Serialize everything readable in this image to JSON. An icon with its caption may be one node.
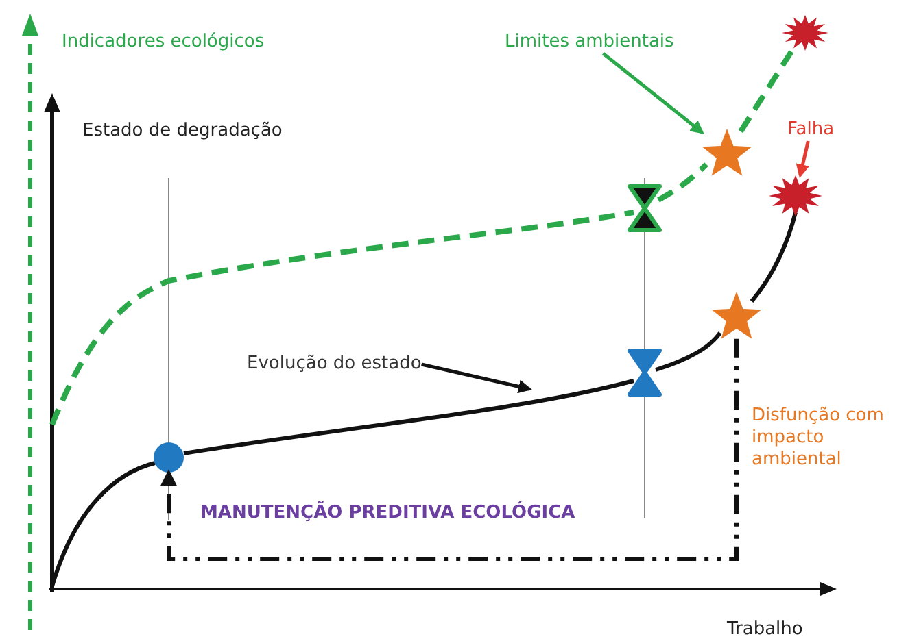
{
  "diagram": {
    "nodes": [
      {
        "text": [
          "Limites ambientais"
        ]
      },
      {
        "text": [],
        "shape": "star"
      },
      {
        "text": [
          "Evolução do estado"
        ]
      },
      {
        "text": [
          "Falha"
        ]
      },
      {
        "text": [],
        "shape": "burst"
      },
      {
        "text": [],
        "shape": "star"
      },
      {
        "text": [],
        "shape": "circle"
      }
    ],
    "edges": [
      {
        "from": 0,
        "to": 1,
        "arrow": "to",
        "color": "#2aa84a"
      },
      {
        "from": 2,
        "to": null,
        "arrow": "to"
      },
      {
        "from": 3,
        "to": 4,
        "arrow": "to",
        "color": "#e53a2f"
      },
      {
        "from": 5,
        "to": 6,
        "arrow": "to",
        "style": "dashed"
      }
    ],
    "labels": [
      "Indicadores ecológicos",
      "Estado de degradação",
      "Disfunção com impacto ambiental",
      "MANUTENÇÃO PREDITIVA ECOLÓGICA",
      "Trabalho"
    ]
  }
}
